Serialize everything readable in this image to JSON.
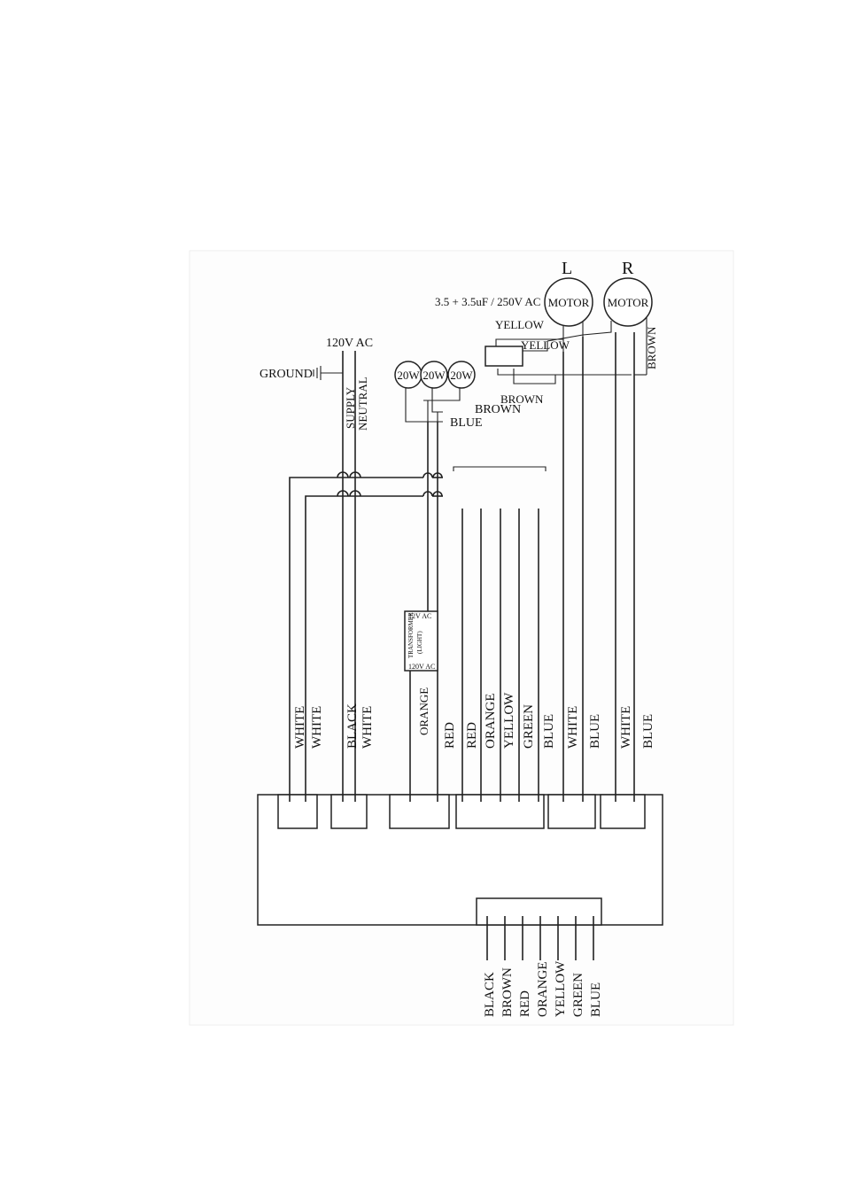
{
  "supply": {
    "voltage": "120V AC",
    "ground": "GROUND",
    "supply_label": "SUPPLY",
    "neutral_label": "NEUTRAL"
  },
  "lamps": [
    "20W",
    "20W",
    "20W"
  ],
  "lamp_wires": {
    "brown": "BROWN",
    "blue": "BLUE"
  },
  "motors": {
    "left_mark": "L",
    "right_mark": "R",
    "left_label": "MOTOR",
    "right_label": "MOTOR",
    "capacitor": "3.5 + 3.5uF / 250V AC",
    "wire_yellow_1": "YELLOW",
    "wire_yellow_2": "YELLOW",
    "wire_brown_left": "BROWN",
    "wire_brown_right": "BROWN"
  },
  "transformer": {
    "line1": "12V AC",
    "line2": "TRANSFORMER",
    "line3": "(LIGHT)",
    "line4": "120V AC"
  },
  "top_wires": [
    "WHITE",
    "WHITE",
    "BLACK",
    "WHITE",
    "ORANGE",
    "RED",
    "RED",
    "ORANGE",
    "YELLOW",
    "GREEN",
    "BLUE",
    "WHITE",
    "BLUE",
    "WHITE",
    "BLUE"
  ],
  "bottom_wires": [
    "BLACK",
    "BROWN",
    "RED",
    "ORANGE",
    "YELLOW",
    "GREEN",
    "BLUE"
  ]
}
